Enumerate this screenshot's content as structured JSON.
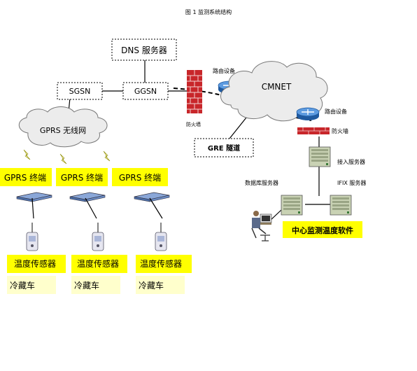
{
  "figure": {
    "caption": "图 1  监测系统结构"
  },
  "nodes": {
    "dns": "DNS 服务器",
    "sgsn": "SGSN",
    "ggsn": "GGSN",
    "gprs_net": "GPRS 无线网",
    "cmnet": "CMNET",
    "router_left": "路由设备",
    "router_right": "路由设备",
    "firewall_left": "防火墙",
    "firewall_right": "防火墙",
    "gre_tunnel": "GRE 隧道",
    "access_server": "接入服务器",
    "db_server": "数据库服务器",
    "ifix_server": "IFIX 服务器",
    "center_software": "中心监测温度软件"
  },
  "terminals": [
    {
      "terminal": "GPRS 终端",
      "sensor": "温度传感器",
      "vehicle": "冷藏车"
    },
    {
      "terminal": "GPRS 终端",
      "sensor": "温度传感器",
      "vehicle": "冷藏车"
    },
    {
      "terminal": "GPRS 终端",
      "sensor": "温度传感器",
      "vehicle": "冷藏车"
    }
  ],
  "colors": {
    "label_yellow": "#ffff00",
    "vehicle_pale": "#ffffcc",
    "firewall_red": "#c8262a",
    "router_blue": "#3a78c8",
    "cloud_fill": "#ececec",
    "server_fill": "#c9d2b4"
  }
}
